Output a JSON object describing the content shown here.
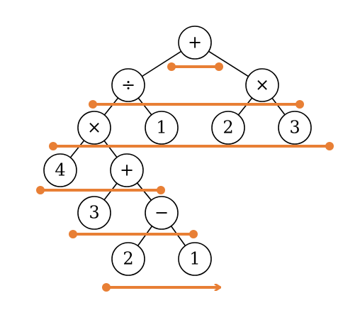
{
  "colors": {
    "traversal": "#E87F35",
    "stroke": "#000000",
    "node_fill": "#ffffff"
  },
  "nodes": [
    {
      "id": "root-plus",
      "label": "+"
    },
    {
      "id": "divide",
      "label": "÷"
    },
    {
      "id": "times-right",
      "label": "×"
    },
    {
      "id": "times-left",
      "label": "×"
    },
    {
      "id": "one-a",
      "label": "1"
    },
    {
      "id": "two-a",
      "label": "2"
    },
    {
      "id": "three-a",
      "label": "3"
    },
    {
      "id": "four",
      "label": "4"
    },
    {
      "id": "plus-inner",
      "label": "+"
    },
    {
      "id": "three-b",
      "label": "3"
    },
    {
      "id": "minus",
      "label": "−"
    },
    {
      "id": "two-b",
      "label": "2"
    },
    {
      "id": "one-b",
      "label": "1"
    }
  ],
  "edges": [
    [
      "root-plus",
      "divide"
    ],
    [
      "root-plus",
      "times-right"
    ],
    [
      "divide",
      "times-left"
    ],
    [
      "divide",
      "one-a"
    ],
    [
      "times-right",
      "two-a"
    ],
    [
      "times-right",
      "three-a"
    ],
    [
      "times-left",
      "four"
    ],
    [
      "times-left",
      "plus-inner"
    ],
    [
      "plus-inner",
      "three-b"
    ],
    [
      "plus-inner",
      "minus"
    ],
    [
      "minus",
      "two-b"
    ],
    [
      "minus",
      "one-b"
    ]
  ],
  "traversal_lines": [
    {
      "id": "level-0",
      "arrow": false
    },
    {
      "id": "level-1",
      "arrow": false
    },
    {
      "id": "level-2",
      "arrow": false
    },
    {
      "id": "level-3",
      "arrow": false
    },
    {
      "id": "level-4",
      "arrow": false
    },
    {
      "id": "level-5",
      "arrow": true
    }
  ]
}
